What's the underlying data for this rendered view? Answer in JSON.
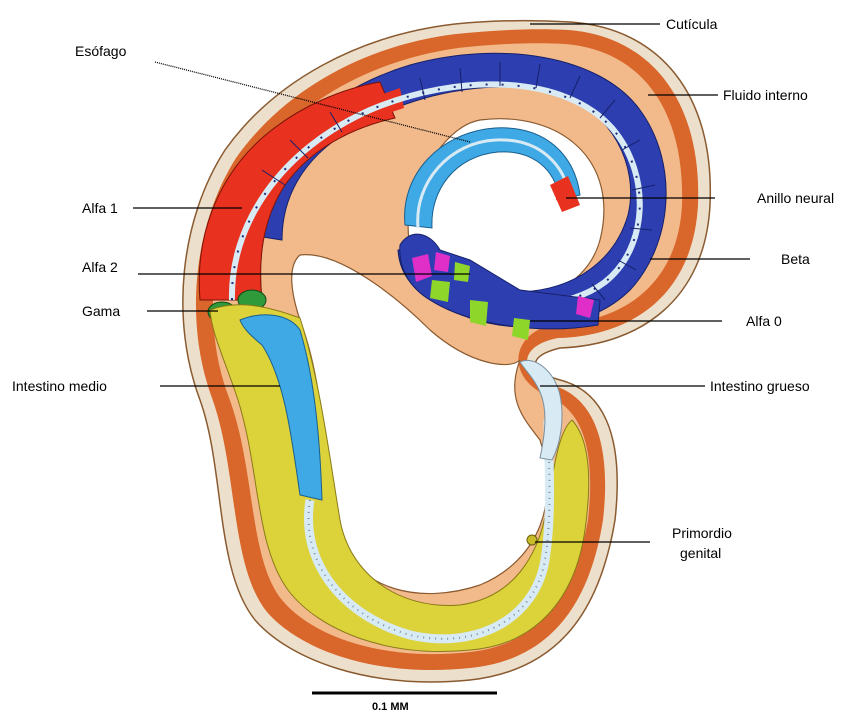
{
  "labels": {
    "cuticula": "Cutícula",
    "esofago": "Esófago",
    "fluido_interno": "Fluido interno",
    "alfa_1": "Alfa 1",
    "anillo_neural": "Anillo neural",
    "alfa_2": "Alfa 2",
    "beta": "Beta",
    "gama": "Gama",
    "alfa_0": "Alfa 0",
    "intestino_medio": "Intestino medio",
    "intestino_grueso": "Intestino grueso",
    "primordio_genital_1": "Primordio",
    "primordio_genital_2": "genital"
  },
  "scale_bar": {
    "label": "0.1 MM"
  },
  "colors": {
    "cuticle": "#e9d9c2",
    "body_wall": "#d9662a",
    "body_inner": "#f2b98a",
    "pharynx_blue": "#2d3fb0",
    "pharynx_red": "#e8321f",
    "esophagus_light_blue": "#3fa9e6",
    "intestine_yellow": "#dcd23a",
    "lumen": "#d8eaf3",
    "gama_green": "#2e9a3a",
    "accent_magenta": "#e02fc8",
    "accent_lime": "#8fd62a"
  }
}
